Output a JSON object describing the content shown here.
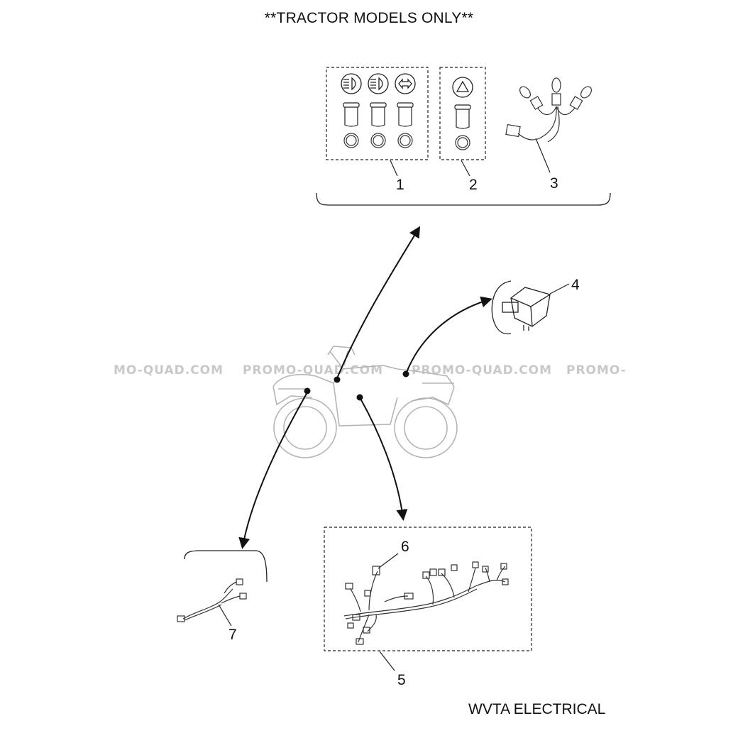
{
  "header": {
    "title": "**TRACTOR MODELS ONLY**"
  },
  "footer": {
    "caption": "WVTA ELECTRICAL"
  },
  "watermark": {
    "segments": [
      "MO-QUAD.COM",
      "PROMO-QUAD.COM",
      "PROMO-QUAD.COM",
      "PROMO-"
    ]
  },
  "callouts": {
    "c1": "1",
    "c2": "2",
    "c3": "3",
    "c4": "4",
    "c5": "5",
    "c6": "6",
    "c7": "7"
  },
  "icons": {
    "lamp_icons": [
      "headlight-low-beam-icon",
      "headlight-high-beam-icon",
      "turn-signal-icon",
      "hazard-triangle-icon"
    ]
  },
  "colors": {
    "line": "#222222",
    "vehicle": "#b5b5b5",
    "watermark": "#c9c9c9"
  }
}
